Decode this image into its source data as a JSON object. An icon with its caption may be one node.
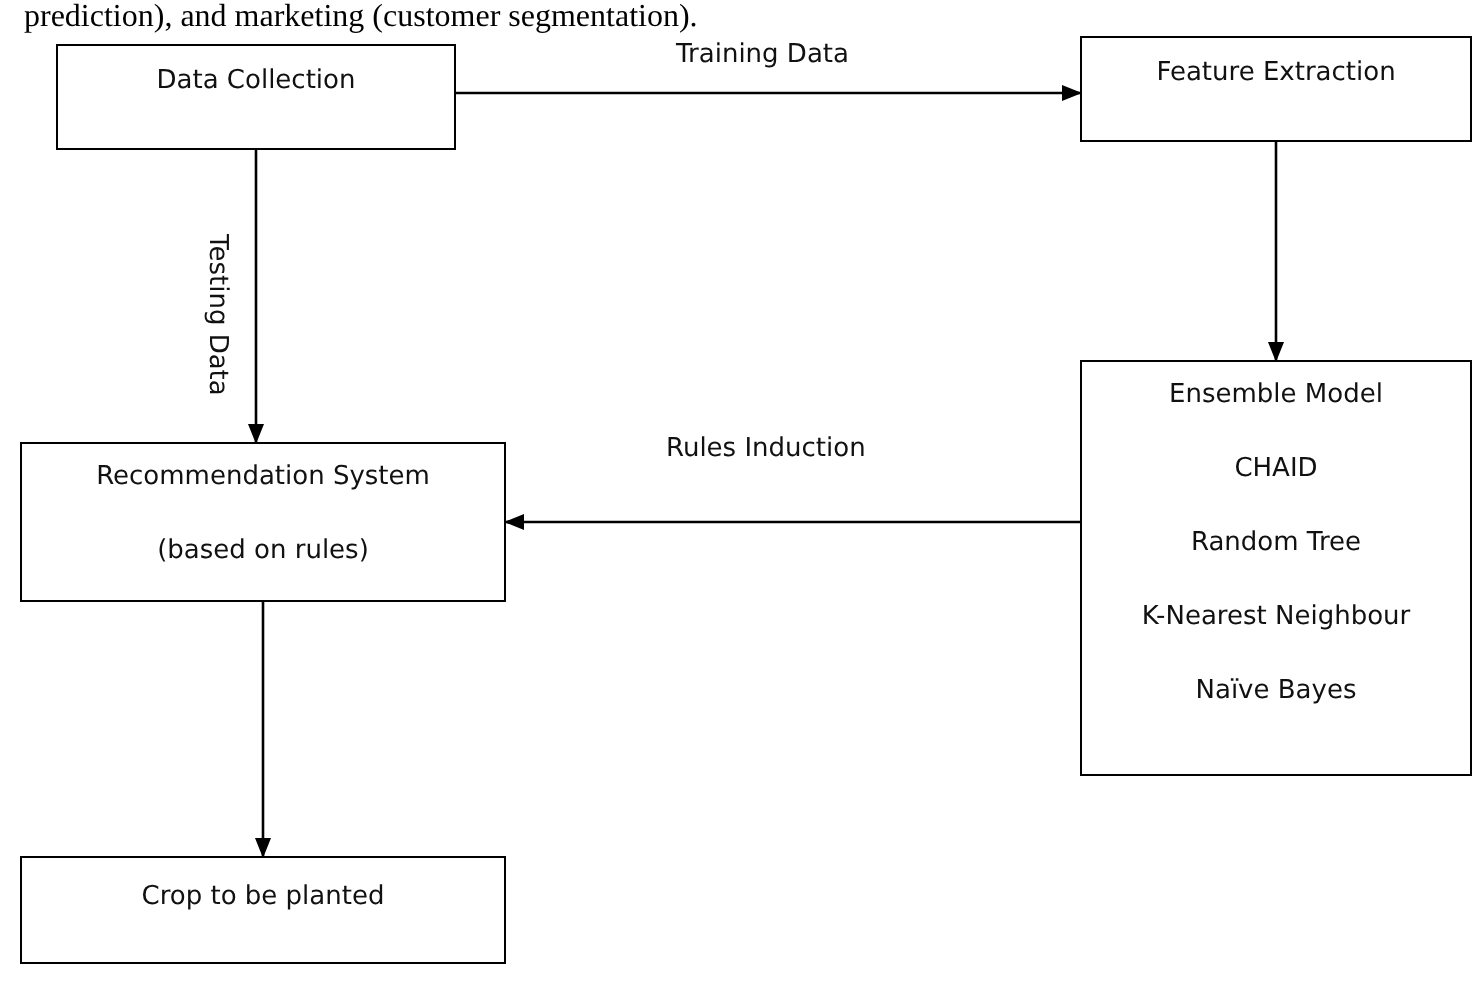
{
  "diagram": {
    "nodes": [
      {
        "text": [
          "Data Collection"
        ]
      },
      {
        "text": [
          "Feature Extraction"
        ]
      },
      {
        "text": [
          "Ensemble Model",
          "CHAID",
          "Random Tree",
          "K-Nearest Neighbour",
          "Naïve Bayes"
        ]
      },
      {
        "text": [
          "Recommendation System",
          "(based on rules)"
        ]
      },
      {
        "text": [
          "Crop to be planted"
        ]
      }
    ],
    "edges": [
      {
        "from": 0,
        "to": 1,
        "arrow": "to",
        "label": "Training Data"
      },
      {
        "from": 1,
        "to": 2,
        "arrow": "to"
      },
      {
        "from": 0,
        "to": 3,
        "arrow": "to",
        "label": "Testing Data"
      },
      {
        "from": 2,
        "to": 3,
        "arrow": "to",
        "label": "Rules Induction"
      },
      {
        "from": 3,
        "to": 4,
        "arrow": "to"
      }
    ],
    "labels": [
      "prediction), and marketing (customer segmentation)."
    ]
  }
}
